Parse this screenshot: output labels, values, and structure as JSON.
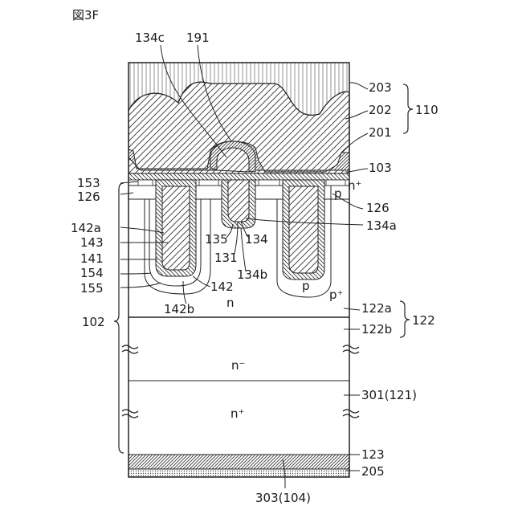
{
  "figure": {
    "title": "図3F",
    "regions": {
      "n": "n",
      "n_minus": "n⁻",
      "n_plus": "n⁺",
      "n_plus_top": "n⁺",
      "p_left": "p",
      "p_right": "p",
      "p_plus": "p⁺"
    },
    "labels": {
      "l134c": "134c",
      "l191": "191",
      "l203": "203",
      "l202": "202",
      "l201": "201",
      "l110": "110",
      "l103": "103",
      "l153": "153",
      "l126_left": "126",
      "l126_right": "126",
      "l142a": "142a",
      "l143": "143",
      "l141": "141",
      "l154": "154",
      "l155": "155",
      "l142": "142",
      "l142b": "142b",
      "l135": "135",
      "l134": "134",
      "l131": "131",
      "l134b": "134b",
      "l134a": "134a",
      "l102": "102",
      "l122a": "122a",
      "l122b": "122b",
      "l122": "122",
      "l301": "301(121)",
      "l123": "123",
      "l205": "205",
      "l303": "303(104)"
    }
  }
}
